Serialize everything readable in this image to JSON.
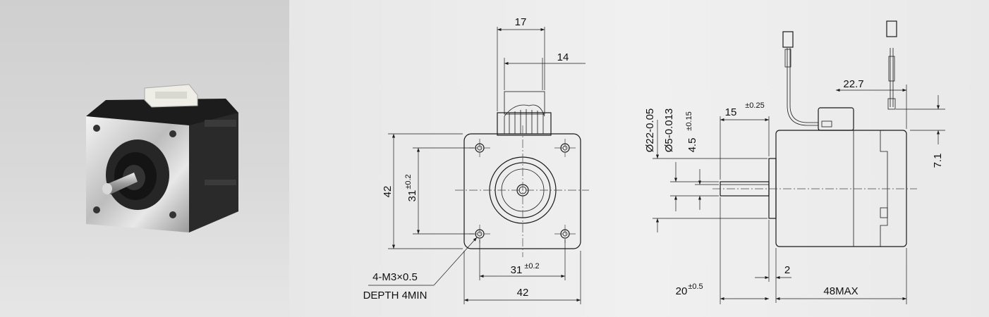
{
  "front_view": {
    "dim_connector_outer": "17",
    "dim_connector_inner": "14",
    "dim_height": "42",
    "dim_hole_pitch_v": "31",
    "dim_hole_pitch_v_tol": "±0.2",
    "dim_hole_pitch_h": "31",
    "dim_hole_pitch_h_tol": "±0.2",
    "dim_width": "42",
    "hole_note_line1": "4-M3×0.5",
    "hole_note_line2": "DEPTH 4MIN"
  },
  "side_view": {
    "dim_boss_dia": "Ø22-0.05",
    "dim_shaft_dia": "Ø5-0.013",
    "dim_flat": "4.5",
    "dim_flat_tol": "±0.15",
    "dim_flat_len": "15",
    "dim_flat_len_tol": "±0.25",
    "dim_connector_pos": "22.7",
    "dim_connector_height": "7.1",
    "dim_boss_len": "2",
    "dim_shaft_len": "20",
    "dim_shaft_len_tol": "±0.5",
    "dim_body_len": "48MAX"
  }
}
